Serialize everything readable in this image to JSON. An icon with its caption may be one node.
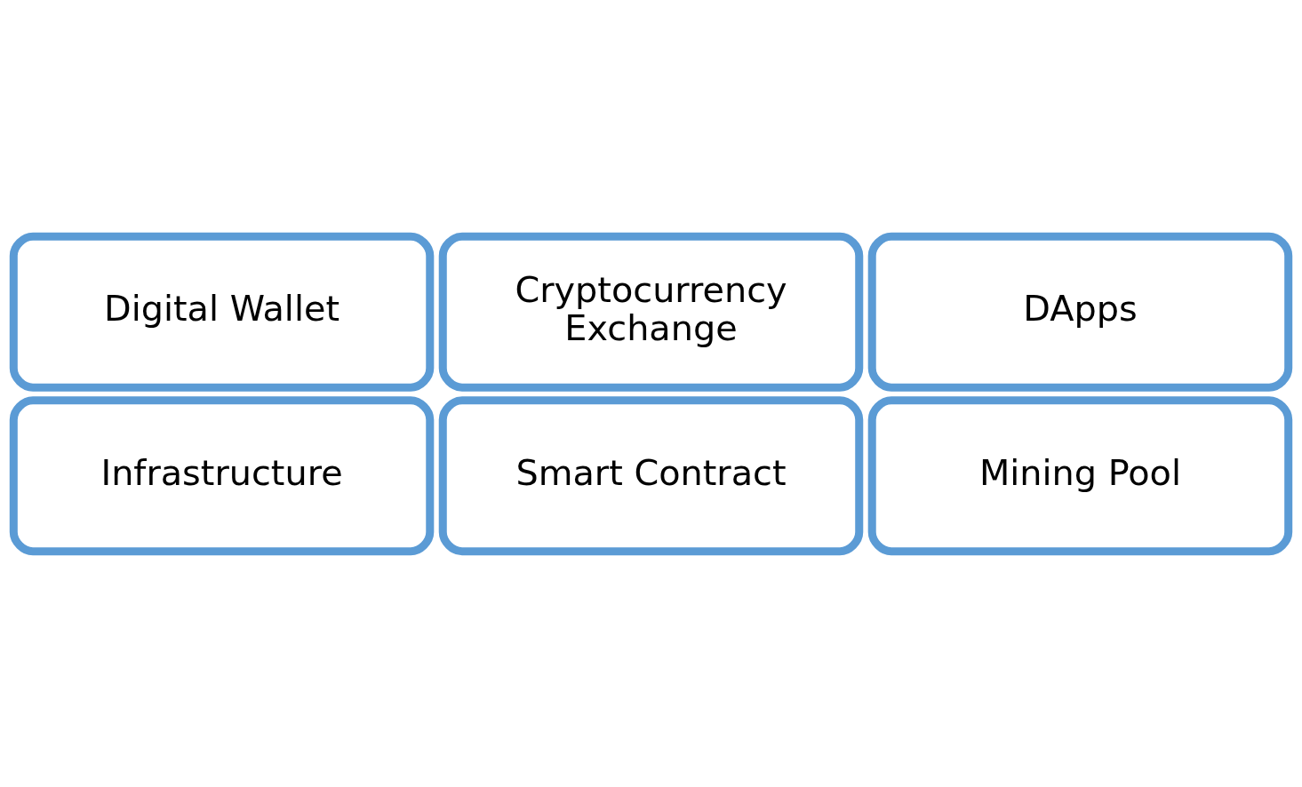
{
  "diagram": {
    "nodes": [
      {
        "text": [
          "Digital Wallet"
        ]
      },
      {
        "text": [
          "Cryptocurrency Exchange"
        ]
      },
      {
        "text": [
          "DApps"
        ]
      },
      {
        "text": [
          "Infrastructure"
        ]
      },
      {
        "text": [
          "Smart Contract"
        ]
      },
      {
        "text": [
          "Mining Pool"
        ]
      }
    ],
    "edges": []
  }
}
